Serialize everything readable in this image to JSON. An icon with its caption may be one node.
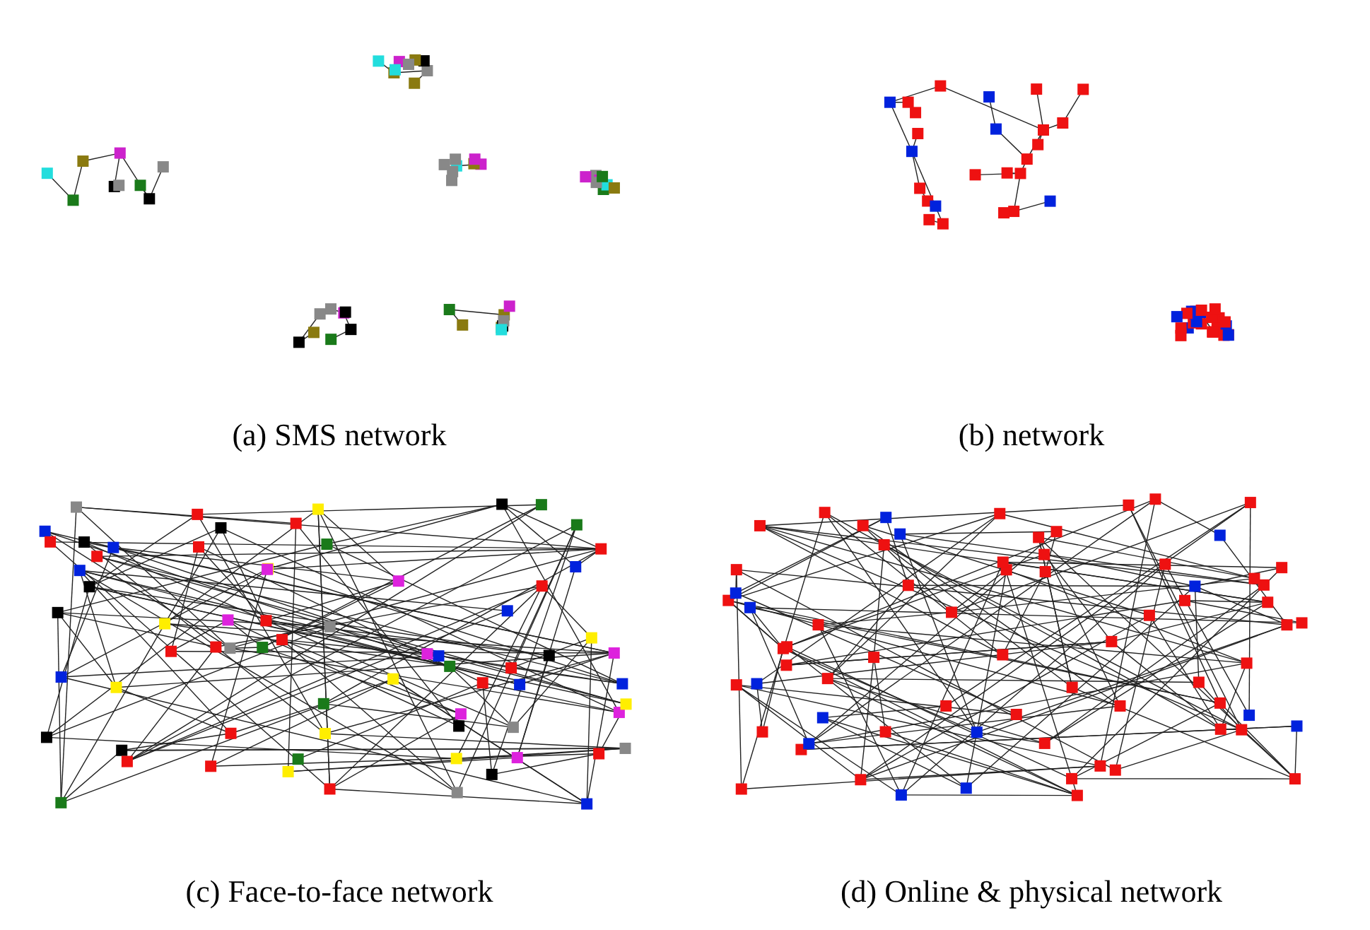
{
  "diagram": {
    "labels": [
      "(a) SMS network",
      "(b) network",
      "(c) Face-to-face network",
      "(d) Online & physical network"
    ]
  }
}
